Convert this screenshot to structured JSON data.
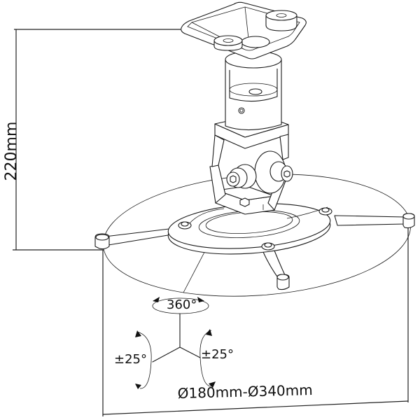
{
  "diagram": {
    "subject": "Projector ceiling mount bracket",
    "dimensions": {
      "height": "220mm",
      "diameter_range": "Ø180mm-Ø340mm"
    },
    "adjustments": {
      "rotation": "360°",
      "tilt_left": "±25°",
      "tilt_right": "±25°"
    },
    "colors": {
      "line": "#1a1a1a",
      "background": "#ffffff"
    }
  }
}
